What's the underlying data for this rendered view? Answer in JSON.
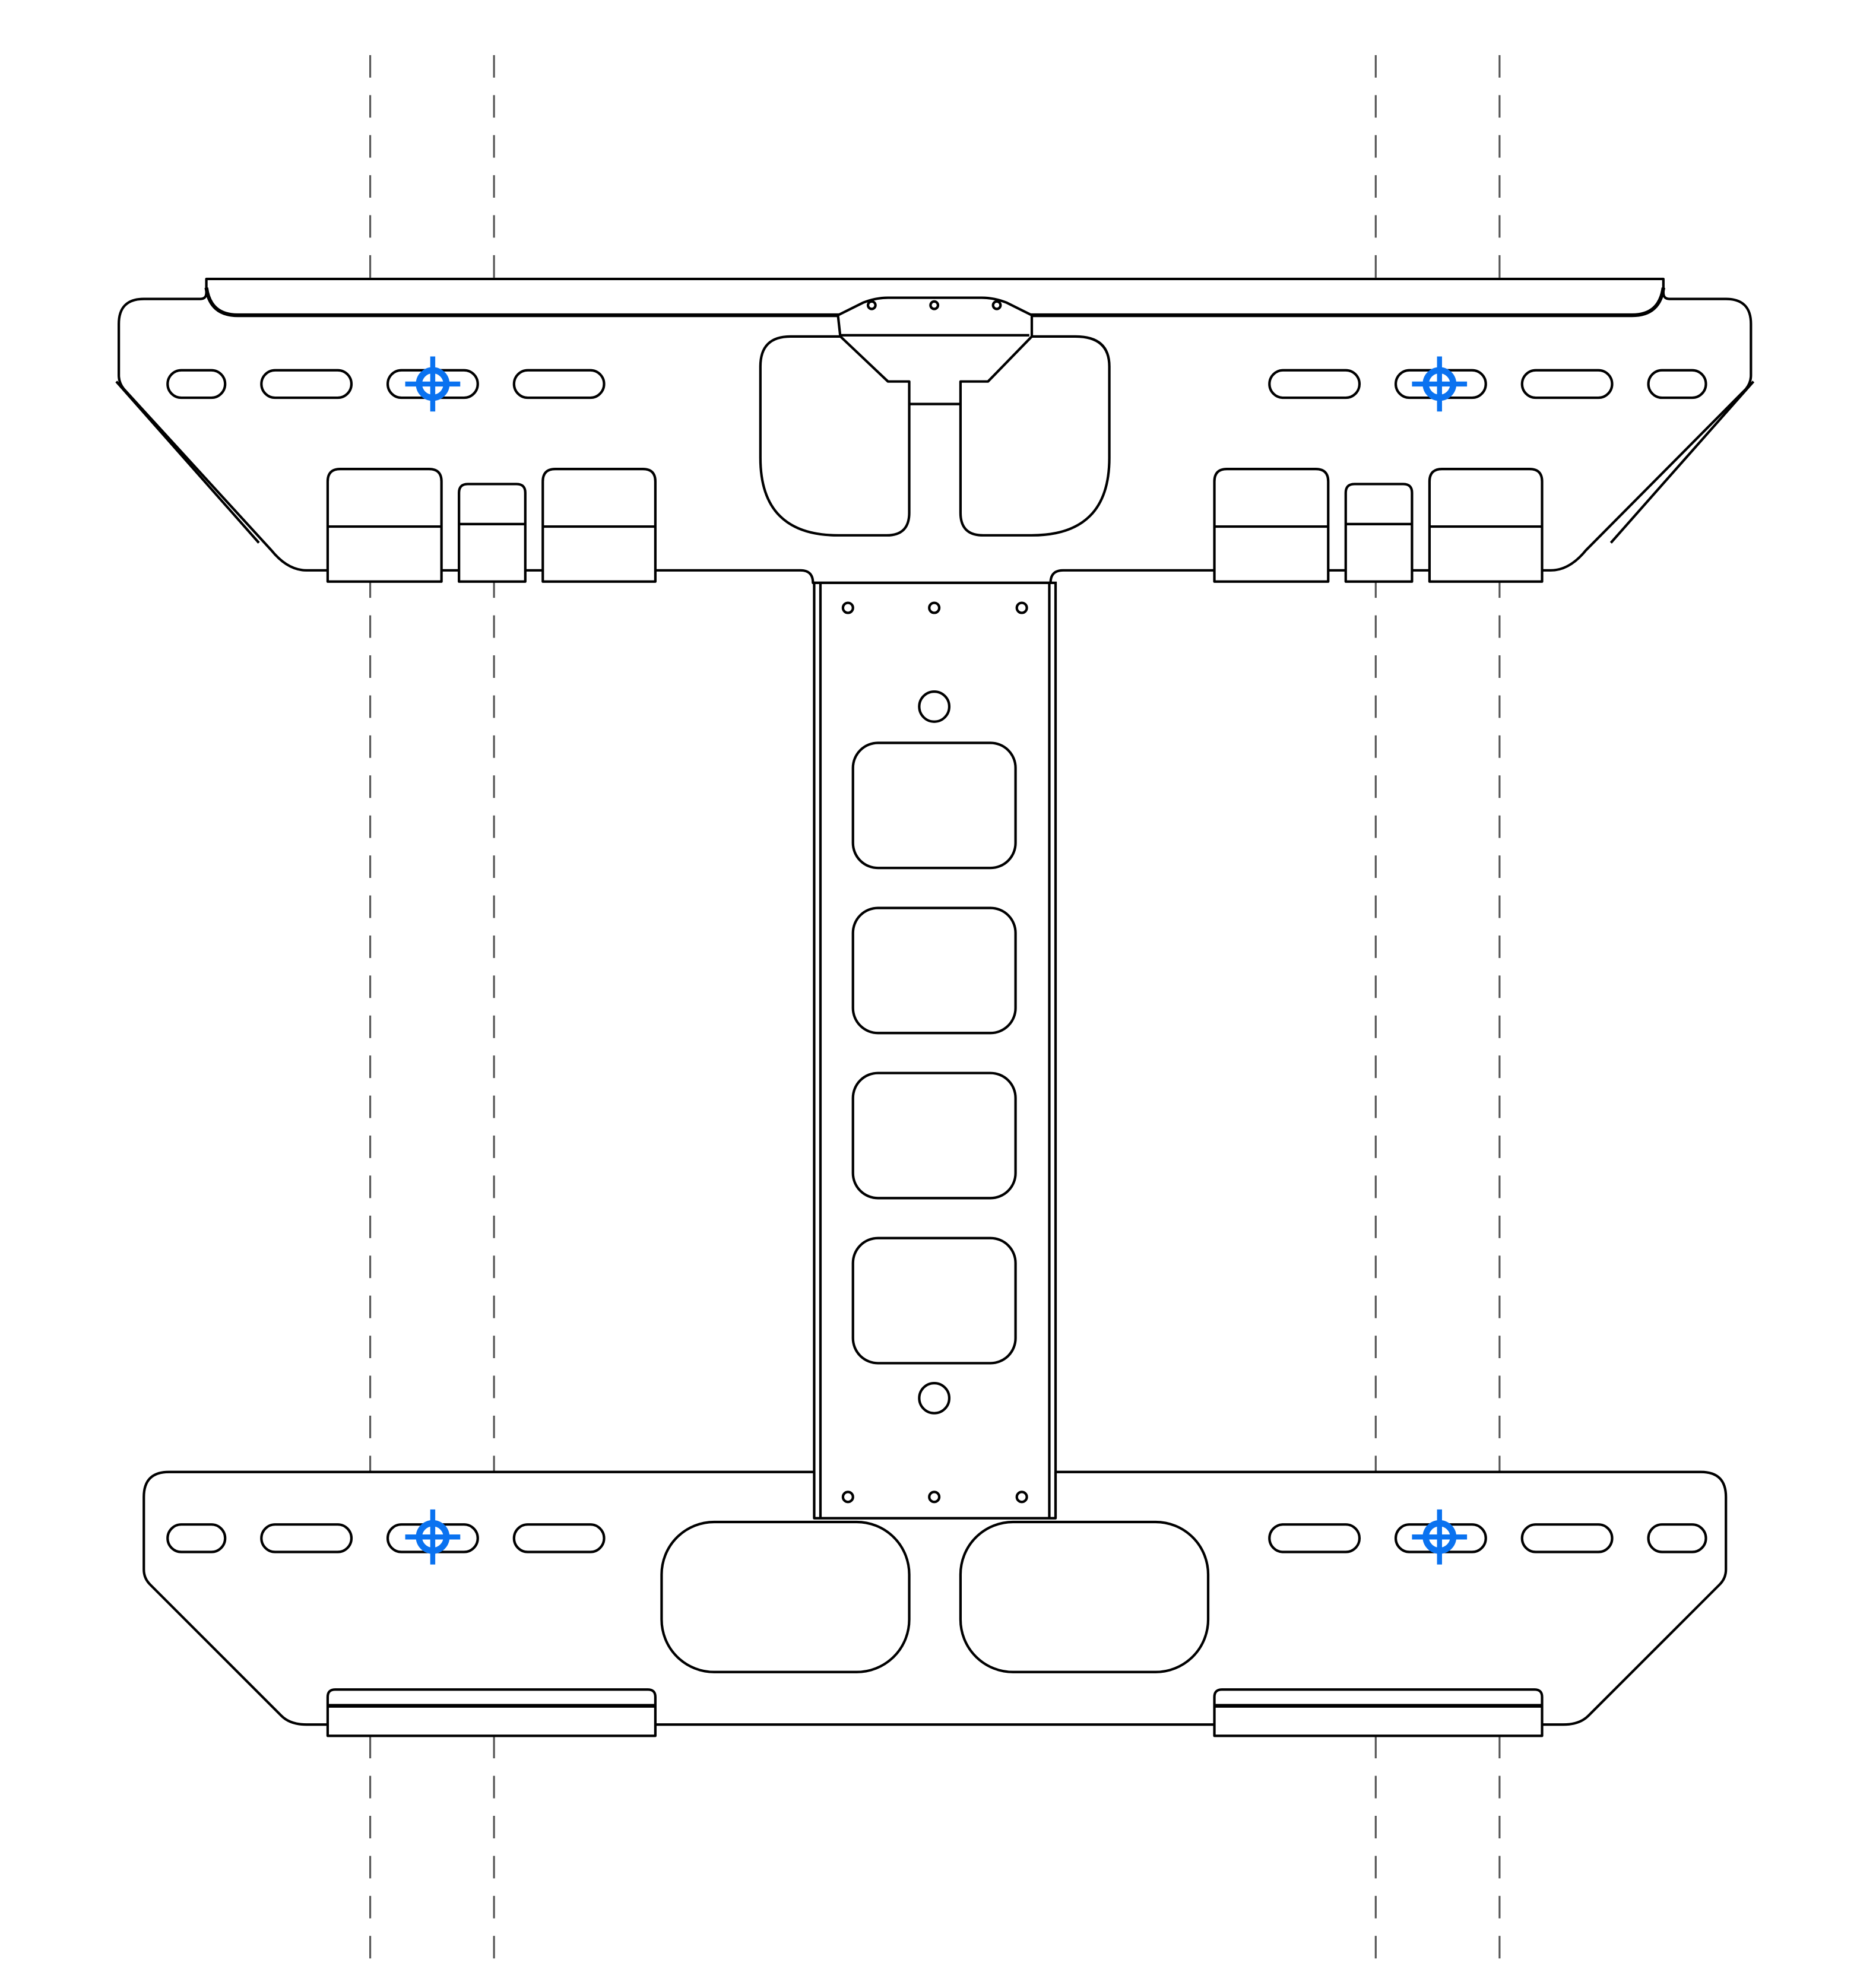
{
  "diagram": {
    "kind": "bracket-outline",
    "labels": [],
    "colors": {
      "background": "#ffffff",
      "outline": "#000000",
      "guide": "#555555",
      "target": "#0a72f0"
    },
    "icons": {
      "mounting_target": "crosshair-target-icon"
    },
    "counts": {
      "mounting_targets": 4,
      "guide_lines": 4
    }
  }
}
